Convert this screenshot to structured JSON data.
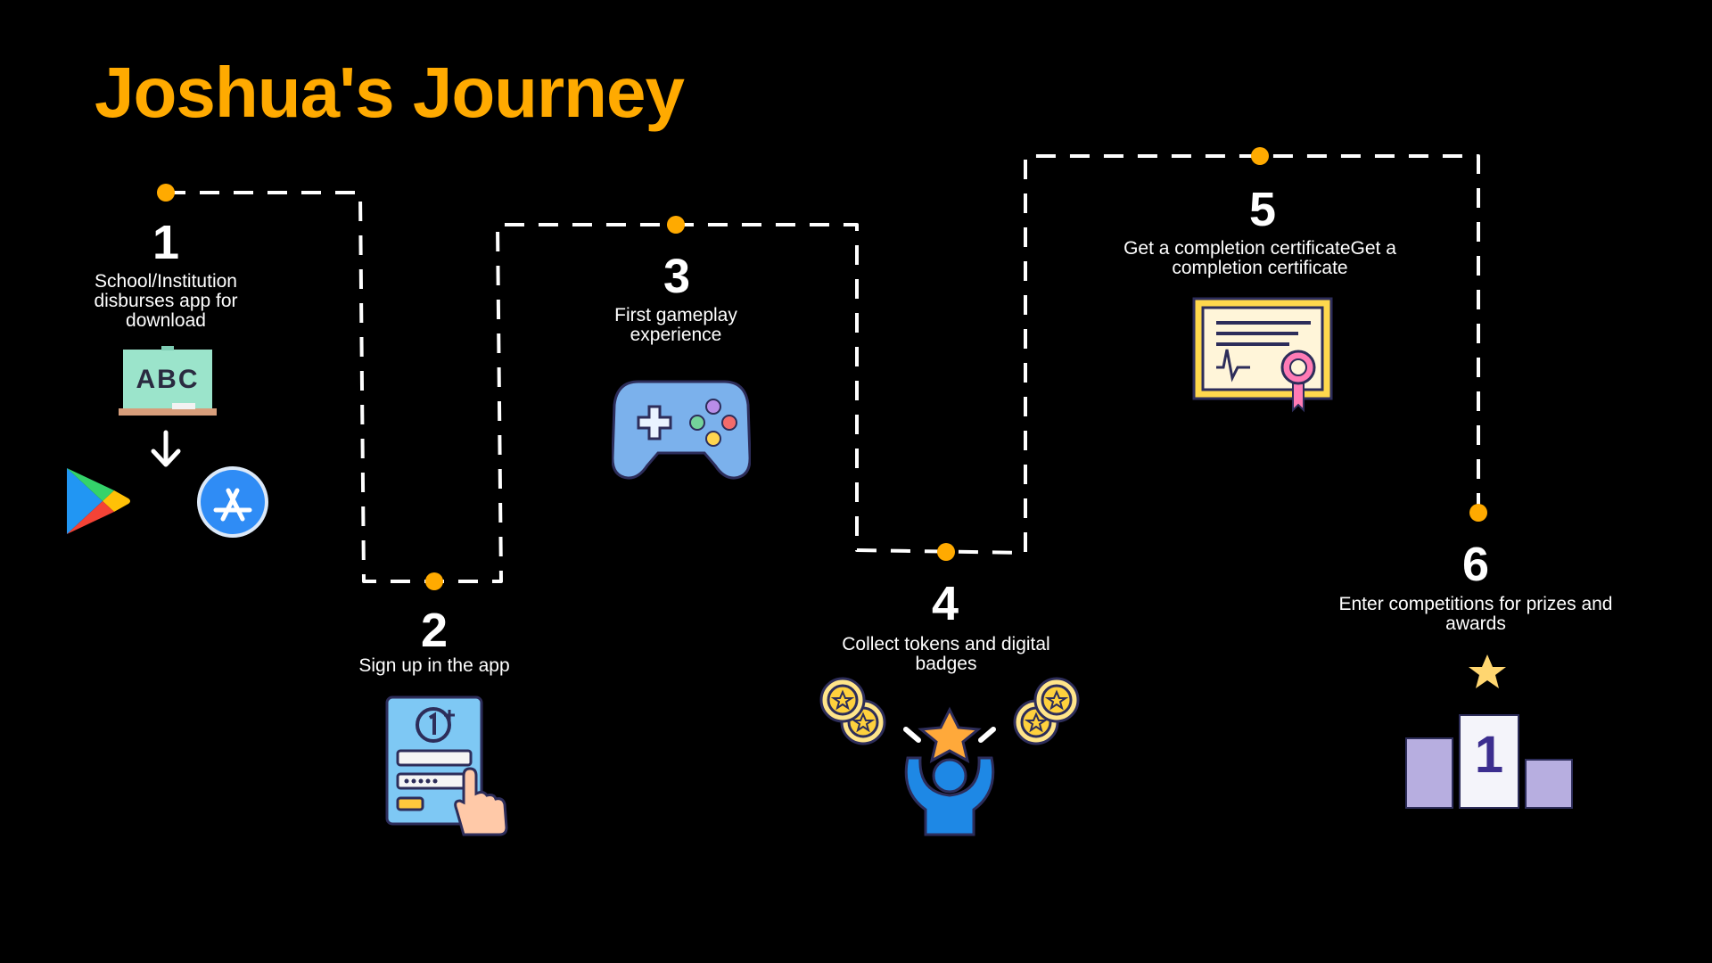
{
  "title": "Joshua's Journey",
  "colors": {
    "background": "#000000",
    "accent": "#FFAA00",
    "path": "#FFFFFF",
    "text": "#FFFFFF"
  },
  "steps": [
    {
      "number": "1",
      "label": "School/Institution disburses app for download",
      "icons": [
        "chalkboard-icon",
        "down-arrow-icon",
        "google-play-icon",
        "app-store-icon"
      ]
    },
    {
      "number": "2",
      "label": "Sign up in the app",
      "icons": [
        "signup-form-icon"
      ]
    },
    {
      "number": "3",
      "label": "First gameplay experience",
      "icons": [
        "gamepad-icon"
      ]
    },
    {
      "number": "4",
      "label": "Collect tokens and digital badges",
      "icons": [
        "coins-icon",
        "achiever-icon"
      ]
    },
    {
      "number": "5",
      "label": "Get a completion certificateGet a completion certificate",
      "icons": [
        "certificate-icon"
      ]
    },
    {
      "number": "6",
      "label": "Enter competitions for prizes and awards",
      "icons": [
        "podium-icon"
      ]
    }
  ],
  "chalkboard_text": "ABC",
  "podium_text": "1"
}
